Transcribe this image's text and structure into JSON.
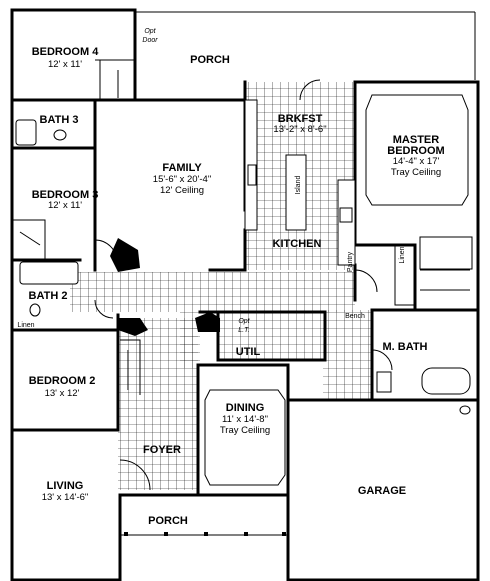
{
  "rooms": {
    "bedroom4": {
      "name": "BEDROOM 4",
      "dim": "12' x 11'"
    },
    "opt_door": {
      "line1": "Opt",
      "line2": "Door"
    },
    "porch_top": {
      "name": "PORCH"
    },
    "bath3": {
      "name": "BATH 3"
    },
    "brkfst": {
      "name": "BRKFST",
      "dim": "13'-2\" x 8'-6\""
    },
    "master": {
      "name1": "MASTER",
      "name2": "BEDROOM",
      "dim": "14'-4\" x 17'",
      "note": "Tray Ceiling"
    },
    "family": {
      "name": "FAMILY",
      "dim": "15'-6\" x 20'-4\"",
      "note": "12' Ceiling"
    },
    "island": {
      "name": "Island"
    },
    "bedroom3": {
      "name": "BEDROOM 3",
      "dim": "12' x 11'"
    },
    "kitchen": {
      "name": "KITCHEN"
    },
    "pantry": {
      "name": "Pantry"
    },
    "linen_master": {
      "name": "Linen"
    },
    "bath2": {
      "name": "BATH 2"
    },
    "linen_bath2": {
      "name": "Linen"
    },
    "bench": {
      "name": "Bench"
    },
    "opt_lt": {
      "line1": "Opt",
      "line2": "L.T."
    },
    "util": {
      "name": "UTIL"
    },
    "mbath": {
      "name": "M. BATH"
    },
    "bedroom2": {
      "name": "BEDROOM 2",
      "dim": "13' x 12'"
    },
    "dining": {
      "name": "DINING",
      "dim": "11' x 14'-8\"",
      "note": "Tray Ceiling"
    },
    "foyer": {
      "name": "FOYER"
    },
    "garage": {
      "name": "GARAGE"
    },
    "living": {
      "name": "LIVING",
      "dim": "13' x 14'-6\""
    },
    "porch_bottom": {
      "name": "PORCH"
    }
  }
}
